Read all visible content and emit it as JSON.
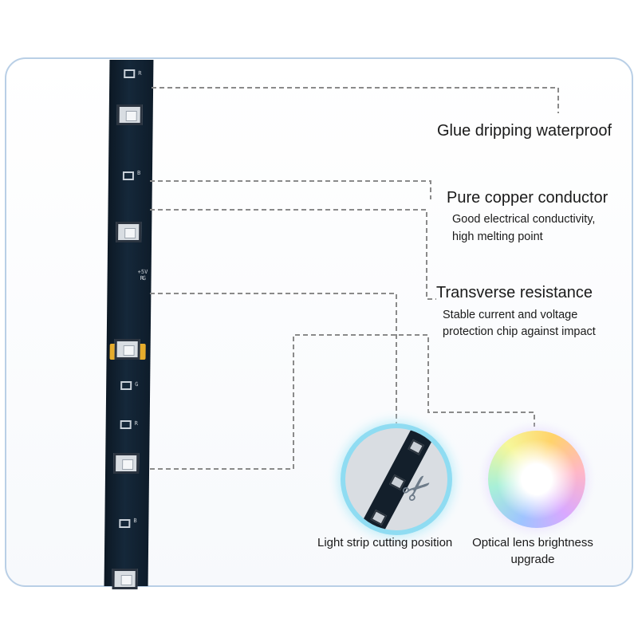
{
  "features": {
    "glue": {
      "title": "Glue dripping waterproof"
    },
    "copper": {
      "title": "Pure copper conductor",
      "desc_line1": "Good electrical conductivity,",
      "desc_line2": "high melting point"
    },
    "resistance": {
      "title": "Transverse resistance",
      "desc_line1": "Stable current and voltage",
      "desc_line2": "protection chip against impact"
    }
  },
  "captions": {
    "cutting": "Light strip cutting position",
    "lens_line1": "Optical lens brightness",
    "lens_line2": "upgrade"
  },
  "pcb_marks": {
    "r": "R",
    "b": "B",
    "g": "G",
    "plus12v": "+5V"
  },
  "colors": {
    "strip": "#12202e",
    "led_frame": "#2b3440",
    "solder_pad": "#e6ac2c",
    "leader_line": "#8a8a8a",
    "panel_border": "#b9cfe6",
    "cutting_circle_ring": "#8fdcf2"
  },
  "icons": [
    "scissors-icon"
  ]
}
